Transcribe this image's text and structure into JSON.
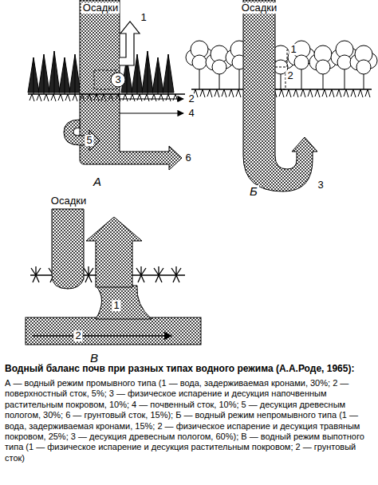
{
  "diagram": {
    "title": "Водный баланс почв при разных типах водного режима (А.А.Роде, 1965):",
    "caption": "А — водный режим промывного типа (1 — вода, задерживаемая кронами, 30%; 2 — поверхностный сток, 5%; 3 — физическое испарение и десукция напочвенным растительным покровом, 10%; 4 — почвенный сток, 10%; 5 — десукция древесным пологом, 30%; 6 — грунтовый сток, 15%); Б — водный режим непромывного типа (1 — вода, задерживаемая кронами, 15%; 2 — физическое испарение и десукция травяным покровом, 25%; 3 — десукция древесным пологом, 60%); В — водный режим выпотного типа (1 — физическое испарение и десукция растительным покровом; 2 — грунтовый сток)",
    "labels": [
      "Осадки",
      "1",
      "2",
      "3",
      "4",
      "5",
      "6",
      "А",
      "Осадки",
      "1",
      "2",
      "3",
      "Б",
      "Осадки",
      "1",
      "2",
      "В"
    ]
  }
}
